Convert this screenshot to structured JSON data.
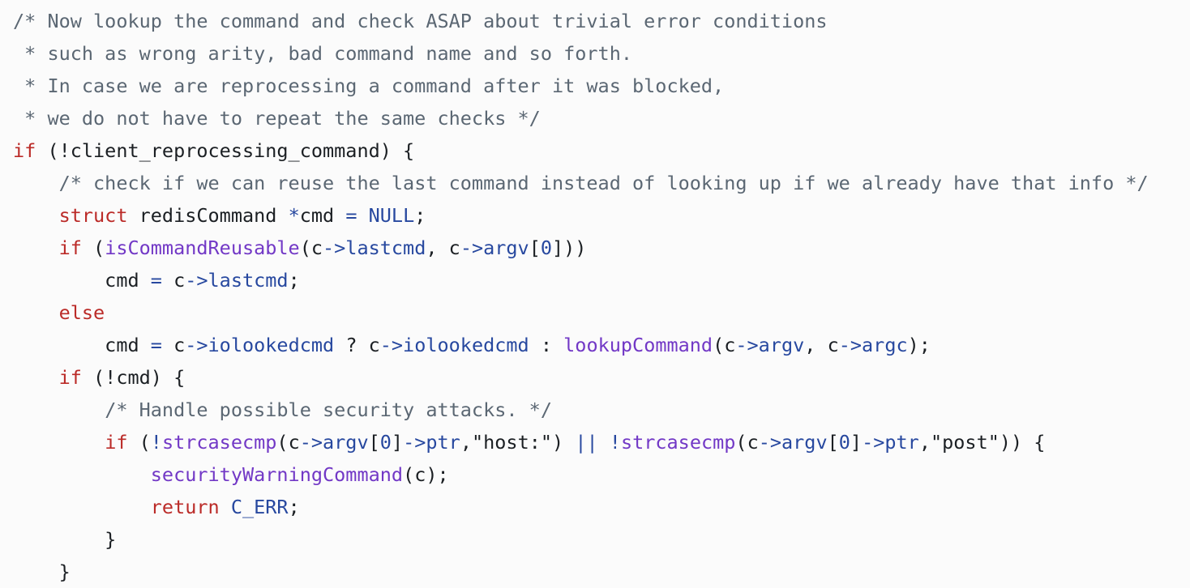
{
  "editor": {
    "language": "c",
    "background_color": "#fbfbfb",
    "palette": {
      "plain": "#1b1f23",
      "comment": "#5b6773",
      "keyword": "#bb2b28",
      "function": "#7238c6",
      "member": "#27489f",
      "string": "#1b1f23"
    }
  },
  "code": {
    "lines": [
      {
        "id": "line-1",
        "text": "/* Now lookup the command and check ASAP about trivial error conditions",
        "tokens": [
          {
            "t": "comment",
            "v": "/* Now lookup the command and check ASAP about trivial error conditions"
          }
        ]
      },
      {
        "id": "line-2",
        "text": " * such as wrong arity, bad command name and so forth.",
        "tokens": [
          {
            "t": "comment",
            "v": " * such as wrong arity, bad command name and so forth."
          }
        ]
      },
      {
        "id": "line-3",
        "text": " * In case we are reprocessing a command after it was blocked,",
        "tokens": [
          {
            "t": "comment",
            "v": " * In case we are reprocessing a command after it was blocked,"
          }
        ]
      },
      {
        "id": "line-4",
        "text": " * we do not have to repeat the same checks */",
        "tokens": [
          {
            "t": "comment",
            "v": " * we do not have to repeat the same checks */"
          }
        ]
      },
      {
        "id": "line-5",
        "text": "if (!client_reprocessing_command) {",
        "tokens": [
          {
            "t": "kw",
            "v": "if"
          },
          {
            "t": "plain",
            "v": " (!client_reprocessing_command) {"
          }
        ]
      },
      {
        "id": "line-6",
        "text": "    /* check if we can reuse the last command instead of looking up if we already have that info */",
        "tokens": [
          {
            "t": "plain",
            "v": "    "
          },
          {
            "t": "comment",
            "v": "/* check if we can reuse the last command instead of looking up if we already have that info */"
          }
        ]
      },
      {
        "id": "line-7",
        "text": "    struct redisCommand *cmd = NULL;",
        "tokens": [
          {
            "t": "plain",
            "v": "    "
          },
          {
            "t": "kw",
            "v": "struct"
          },
          {
            "t": "plain",
            "v": " redisCommand "
          },
          {
            "t": "blue",
            "v": "*"
          },
          {
            "t": "plain",
            "v": "cmd "
          },
          {
            "t": "blue",
            "v": "="
          },
          {
            "t": "plain",
            "v": " "
          },
          {
            "t": "blue",
            "v": "NULL"
          },
          {
            "t": "plain",
            "v": ";"
          }
        ]
      },
      {
        "id": "line-8",
        "text": "    if (isCommandReusable(c->lastcmd, c->argv[0]))",
        "tokens": [
          {
            "t": "plain",
            "v": "    "
          },
          {
            "t": "kw",
            "v": "if"
          },
          {
            "t": "plain",
            "v": " ("
          },
          {
            "t": "fn",
            "v": "isCommandReusable"
          },
          {
            "t": "plain",
            "v": "(c"
          },
          {
            "t": "blue",
            "v": "->lastcmd"
          },
          {
            "t": "plain",
            "v": ", c"
          },
          {
            "t": "blue",
            "v": "->argv"
          },
          {
            "t": "plain",
            "v": "["
          },
          {
            "t": "blue",
            "v": "0"
          },
          {
            "t": "plain",
            "v": "]))"
          }
        ]
      },
      {
        "id": "line-9",
        "text": "        cmd = c->lastcmd;",
        "tokens": [
          {
            "t": "plain",
            "v": "        cmd "
          },
          {
            "t": "blue",
            "v": "="
          },
          {
            "t": "plain",
            "v": " c"
          },
          {
            "t": "blue",
            "v": "->lastcmd"
          },
          {
            "t": "plain",
            "v": ";"
          }
        ]
      },
      {
        "id": "line-10",
        "text": "    else",
        "tokens": [
          {
            "t": "plain",
            "v": "    "
          },
          {
            "t": "kw",
            "v": "else"
          }
        ]
      },
      {
        "id": "line-11",
        "text": "        cmd = c->iolookedcmd ? c->iolookedcmd : lookupCommand(c->argv, c->argc);",
        "tokens": [
          {
            "t": "plain",
            "v": "        cmd "
          },
          {
            "t": "blue",
            "v": "="
          },
          {
            "t": "plain",
            "v": " c"
          },
          {
            "t": "blue",
            "v": "->iolookedcmd"
          },
          {
            "t": "plain",
            "v": " ? c"
          },
          {
            "t": "blue",
            "v": "->iolookedcmd"
          },
          {
            "t": "plain",
            "v": " : "
          },
          {
            "t": "fn",
            "v": "lookupCommand"
          },
          {
            "t": "plain",
            "v": "(c"
          },
          {
            "t": "blue",
            "v": "->argv"
          },
          {
            "t": "plain",
            "v": ", c"
          },
          {
            "t": "blue",
            "v": "->argc"
          },
          {
            "t": "plain",
            "v": ");"
          }
        ]
      },
      {
        "id": "line-12",
        "text": "    if (!cmd) {",
        "tokens": [
          {
            "t": "plain",
            "v": "    "
          },
          {
            "t": "kw",
            "v": "if"
          },
          {
            "t": "plain",
            "v": " (!cmd) {"
          }
        ]
      },
      {
        "id": "line-13",
        "text": "        /* Handle possible security attacks. */",
        "tokens": [
          {
            "t": "plain",
            "v": "        "
          },
          {
            "t": "comment",
            "v": "/* Handle possible security attacks. */"
          }
        ]
      },
      {
        "id": "line-14",
        "text": "        if (!strcasecmp(c->argv[0]->ptr,\"host:\") || !strcasecmp(c->argv[0]->ptr,\"post\")) {",
        "tokens": [
          {
            "t": "plain",
            "v": "        "
          },
          {
            "t": "kw",
            "v": "if"
          },
          {
            "t": "plain",
            "v": " ("
          },
          {
            "t": "blue",
            "v": "!"
          },
          {
            "t": "fn",
            "v": "strcasecmp"
          },
          {
            "t": "plain",
            "v": "(c"
          },
          {
            "t": "blue",
            "v": "->argv"
          },
          {
            "t": "plain",
            "v": "["
          },
          {
            "t": "blue",
            "v": "0"
          },
          {
            "t": "plain",
            "v": "]"
          },
          {
            "t": "blue",
            "v": "->ptr"
          },
          {
            "t": "str",
            "v": ",\"host:\")"
          },
          {
            "t": "plain",
            "v": " "
          },
          {
            "t": "blue",
            "v": "||"
          },
          {
            "t": "plain",
            "v": " "
          },
          {
            "t": "blue",
            "v": "!"
          },
          {
            "t": "fn",
            "v": "strcasecmp"
          },
          {
            "t": "plain",
            "v": "(c"
          },
          {
            "t": "blue",
            "v": "->argv"
          },
          {
            "t": "plain",
            "v": "["
          },
          {
            "t": "blue",
            "v": "0"
          },
          {
            "t": "plain",
            "v": "]"
          },
          {
            "t": "blue",
            "v": "->ptr"
          },
          {
            "t": "str",
            "v": ",\"post\")"
          },
          {
            "t": "plain",
            "v": ") {"
          }
        ]
      },
      {
        "id": "line-15",
        "text": "            securityWarningCommand(c);",
        "tokens": [
          {
            "t": "plain",
            "v": "            "
          },
          {
            "t": "fn",
            "v": "securityWarningCommand"
          },
          {
            "t": "plain",
            "v": "(c);"
          }
        ]
      },
      {
        "id": "line-16",
        "text": "            return C_ERR;",
        "tokens": [
          {
            "t": "plain",
            "v": "            "
          },
          {
            "t": "kw",
            "v": "return"
          },
          {
            "t": "plain",
            "v": " "
          },
          {
            "t": "blue",
            "v": "C_ERR"
          },
          {
            "t": "plain",
            "v": ";"
          }
        ]
      },
      {
        "id": "line-17",
        "text": "        }",
        "tokens": [
          {
            "t": "plain",
            "v": "        }"
          }
        ]
      },
      {
        "id": "line-18",
        "text": "    }",
        "tokens": [
          {
            "t": "plain",
            "v": "    }"
          }
        ]
      }
    ]
  }
}
